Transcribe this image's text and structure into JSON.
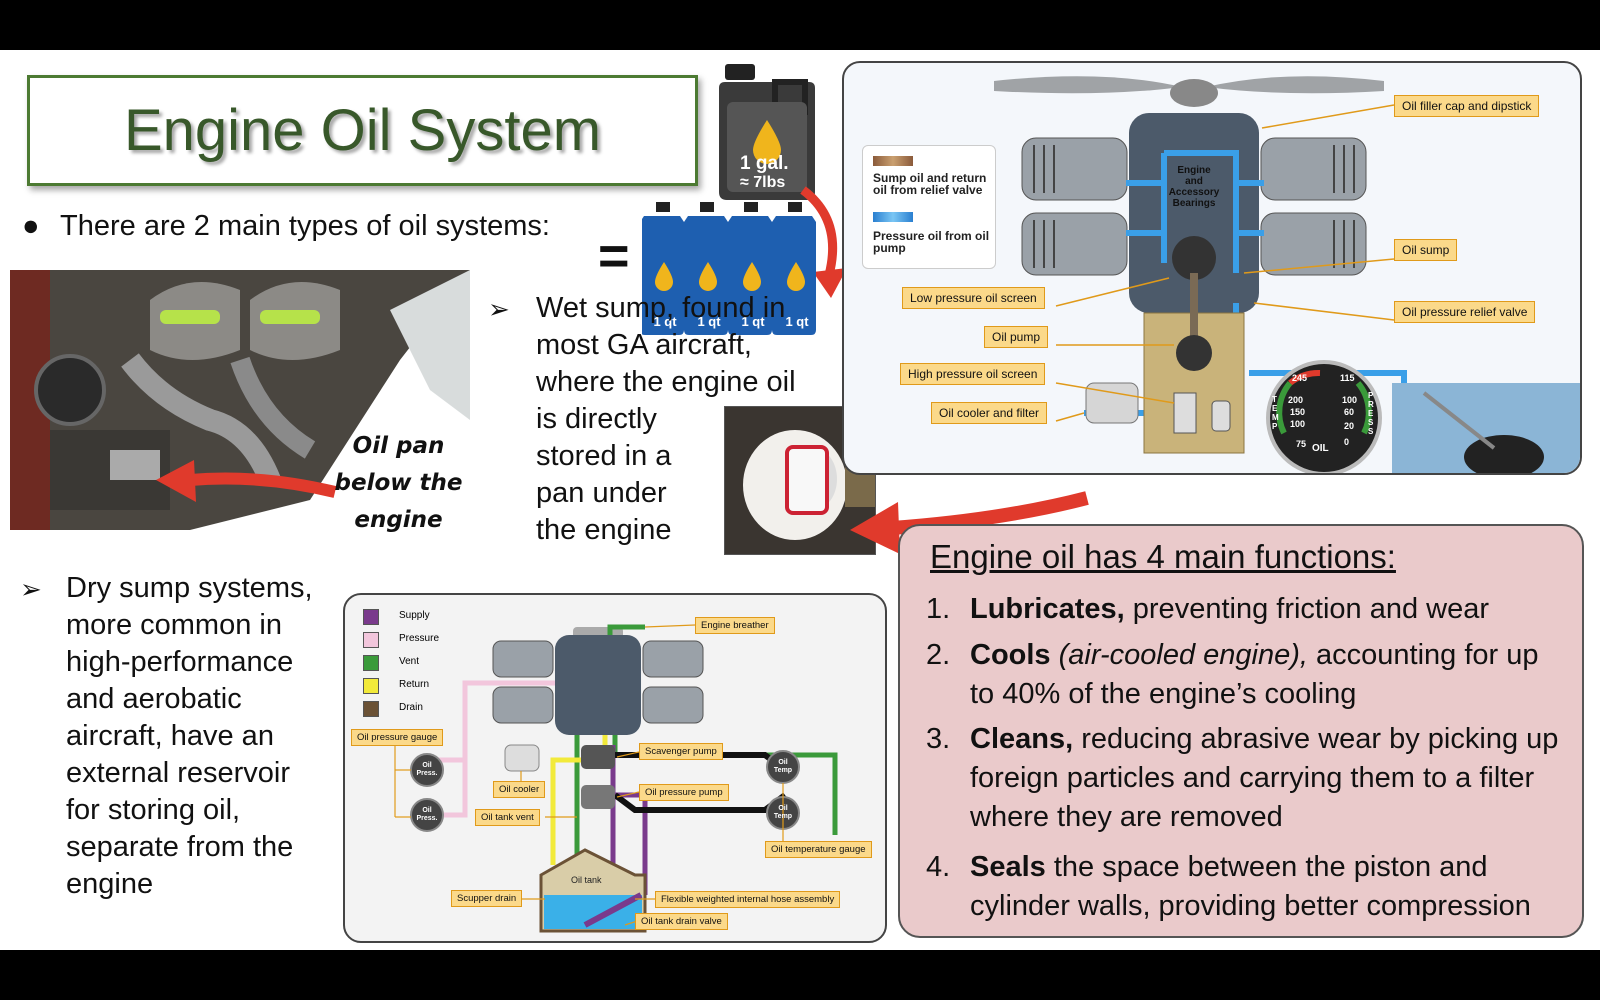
{
  "slide": {
    "title": "Engine Oil System",
    "intro_bullet": "There are 2 main types of oil systems:",
    "wet_sump": {
      "lines": [
        "Wet sump, found in",
        "most GA aircraft,",
        "where the engine oil",
        "is directly",
        "stored in a",
        "pan under",
        "the engine"
      ]
    },
    "dry_sump": {
      "lines": [
        "Dry sump systems,",
        "more common in",
        "high-performance",
        "and aerobatic",
        "aircraft, have an",
        "external reservoir",
        "for storing oil,",
        "separate from the",
        "engine"
      ]
    },
    "oil_pan_callout": [
      "Oil pan",
      "below the",
      "engine"
    ],
    "jugs": {
      "gallon_label_1": "1 gal.",
      "gallon_label_2": "≈ 7lbs",
      "quart_label": "1 qt",
      "equals": "="
    },
    "colors": {
      "title_green": "#38582a",
      "label_fill": "#fbd98a",
      "red_arrow": "#e03a2c",
      "func_box": "#eacacb"
    }
  },
  "wet_diagram": {
    "legend": {
      "sump": "Sump oil and return oil from relief valve",
      "pressure": "Pressure oil from oil pump"
    },
    "engine_core_label": [
      "Engine",
      "and",
      "Accessory",
      "Bearings"
    ],
    "labels": {
      "filler": "Oil filler cap and dipstick",
      "sump": "Oil sump",
      "low_screen": "Low pressure oil screen",
      "relief": "Oil pressure relief valve",
      "pump": "Oil pump",
      "high_screen": "High pressure oil screen",
      "cooler": "Oil cooler and filter"
    },
    "gauge": {
      "temp_top": "245",
      "temp_1": "200",
      "temp_2": "150",
      "temp_3": "100",
      "temp_4": "75",
      "press_top": "115",
      "press_1": "100",
      "press_2": "60",
      "press_3": "20",
      "press_4": "0",
      "label": "OIL",
      "temp_word": "TEMP",
      "press_word": "PRESS"
    }
  },
  "dry_diagram": {
    "legend": [
      "Supply",
      "Pressure",
      "Vent",
      "Return",
      "Drain"
    ],
    "legend_colors": [
      "#7a3a8c",
      "#f2c6dc",
      "#3a9a3a",
      "#f2ea3a",
      "#6b5236"
    ],
    "labels": {
      "breather": "Engine breather",
      "press_gauge": "Oil pressure gauge",
      "scavenger": "Scavenger pump",
      "cooler": "Oil cooler",
      "press_pump": "Oil pressure pump",
      "tank_vent": "Oil tank vent",
      "temp_gauge": "Oil temperature gauge",
      "tank": "Oil tank",
      "scupper": "Scupper drain",
      "hose": "Flexible weighted internal hose assembly",
      "drain_valve": "Oil tank drain valve"
    },
    "gauge_press": [
      "Oil",
      "Press."
    ],
    "gauge_temp": [
      "Oil",
      "Temp"
    ]
  },
  "functions": {
    "title": "Engine oil has 4 main functions:",
    "items": [
      {
        "num": "1.",
        "bold": "Lubricates,",
        "rest": " preventing friction and wear"
      },
      {
        "num": "2.",
        "bold": "Cools",
        "italic": " (air-cooled engine),",
        "rest": " accounting for up to 40% of the engine’s cooling"
      },
      {
        "num": "3.",
        "bold": "Cleans,",
        "rest": " reducing abrasive wear by picking up foreign particles and carrying them to a filter where they are removed"
      },
      {
        "num": "4.",
        "bold": "Seals",
        "rest": " the space between the piston and cylinder walls, providing better compression"
      }
    ]
  }
}
